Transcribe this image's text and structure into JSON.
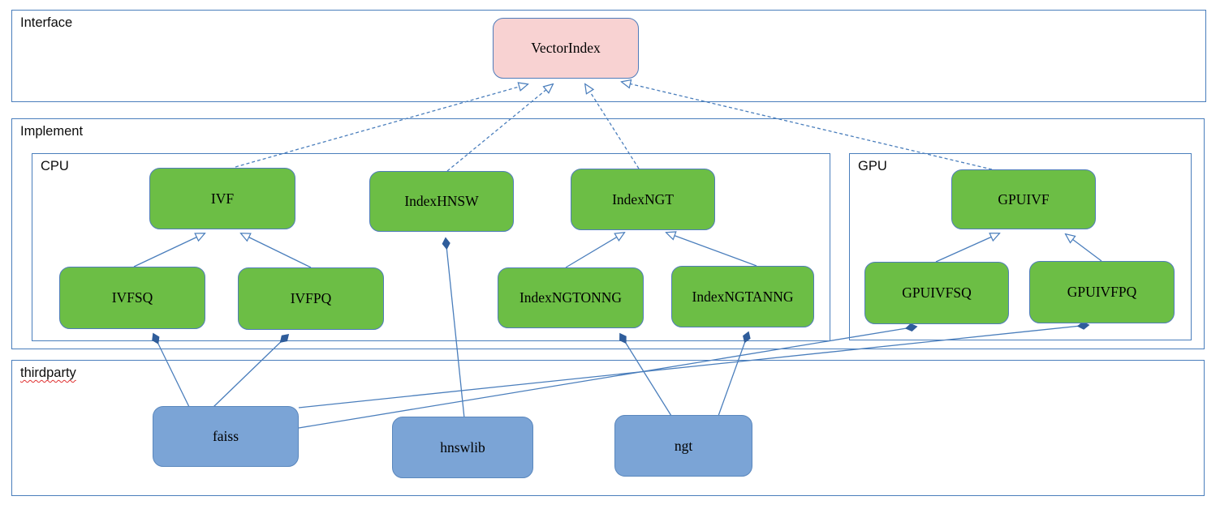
{
  "sections": {
    "interface": {
      "label": "Interface"
    },
    "implement": {
      "label": "Implement"
    },
    "cpu": {
      "label": "CPU"
    },
    "gpu": {
      "label": "GPU"
    },
    "thirdparty": {
      "label": "thirdparty"
    }
  },
  "nodes": {
    "vectorindex": {
      "label": "VectorIndex",
      "kind": "interface"
    },
    "ivf": {
      "label": "IVF",
      "kind": "cpu-implementation"
    },
    "indexhnsw": {
      "label": "IndexHNSW",
      "kind": "cpu-implementation"
    },
    "indexngt": {
      "label": "IndexNGT",
      "kind": "cpu-implementation"
    },
    "ivfsq": {
      "label": "IVFSQ",
      "kind": "cpu-implementation"
    },
    "ivfpq": {
      "label": "IVFPQ",
      "kind": "cpu-implementation"
    },
    "indexngtonng": {
      "label": "IndexNGTONNG",
      "kind": "cpu-implementation"
    },
    "indexngtanng": {
      "label": "IndexNGTANNG",
      "kind": "cpu-implementation"
    },
    "gpuivf": {
      "label": "GPUIVF",
      "kind": "gpu-implementation"
    },
    "gpuivfsq": {
      "label": "GPUIVFSQ",
      "kind": "gpu-implementation"
    },
    "gpuivfpq": {
      "label": "GPUIVFPQ",
      "kind": "gpu-implementation"
    },
    "faiss": {
      "label": "faiss",
      "kind": "thirdparty-library"
    },
    "hnswlib": {
      "label": "hnswlib",
      "kind": "thirdparty-library"
    },
    "ngt": {
      "label": "ngt",
      "kind": "thirdparty-library"
    }
  },
  "edges": [
    {
      "from": "IVF",
      "to": "VectorIndex",
      "relation": "implements",
      "style": "dashed-hollow-arrow"
    },
    {
      "from": "IndexHNSW",
      "to": "VectorIndex",
      "relation": "implements",
      "style": "dashed-hollow-arrow"
    },
    {
      "from": "IndexNGT",
      "to": "VectorIndex",
      "relation": "implements",
      "style": "dashed-hollow-arrow"
    },
    {
      "from": "GPUIVF",
      "to": "VectorIndex",
      "relation": "implements",
      "style": "dashed-hollow-arrow"
    },
    {
      "from": "IVFSQ",
      "to": "IVF",
      "relation": "extends",
      "style": "solid-hollow-arrow"
    },
    {
      "from": "IVFPQ",
      "to": "IVF",
      "relation": "extends",
      "style": "solid-hollow-arrow"
    },
    {
      "from": "IndexNGTONNG",
      "to": "IndexNGT",
      "relation": "extends",
      "style": "solid-hollow-arrow"
    },
    {
      "from": "IndexNGTANNG",
      "to": "IndexNGT",
      "relation": "extends",
      "style": "solid-hollow-arrow"
    },
    {
      "from": "GPUIVFSQ",
      "to": "GPUIVF",
      "relation": "extends",
      "style": "solid-hollow-arrow"
    },
    {
      "from": "GPUIVFPQ",
      "to": "GPUIVF",
      "relation": "extends",
      "style": "solid-hollow-arrow"
    },
    {
      "from": "faiss",
      "to": "IVFSQ",
      "relation": "composition",
      "style": "solid-filled-diamond"
    },
    {
      "from": "faiss",
      "to": "IVFPQ",
      "relation": "composition",
      "style": "solid-filled-diamond"
    },
    {
      "from": "faiss",
      "to": "GPUIVFSQ",
      "relation": "composition",
      "style": "solid-filled-diamond"
    },
    {
      "from": "faiss",
      "to": "GPUIVFPQ",
      "relation": "composition",
      "style": "solid-filled-diamond"
    },
    {
      "from": "hnswlib",
      "to": "IndexHNSW",
      "relation": "composition",
      "style": "solid-filled-diamond"
    },
    {
      "from": "ngt",
      "to": "IndexNGTONNG",
      "relation": "composition",
      "style": "solid-filled-diamond"
    },
    {
      "from": "ngt",
      "to": "IndexNGTANNG",
      "relation": "composition",
      "style": "solid-filled-diamond"
    }
  ],
  "colors": {
    "line": "#4a7ebc",
    "section_border": "#4a7ebc",
    "node_border": "#4f7cba",
    "green_fill": "#6cbe45",
    "pink_fill": "#f8d2d2",
    "blue_fill": "#7ba4d6",
    "diamond_fill": "#2f5d9b",
    "spellcheck_underline": "#e03131"
  }
}
